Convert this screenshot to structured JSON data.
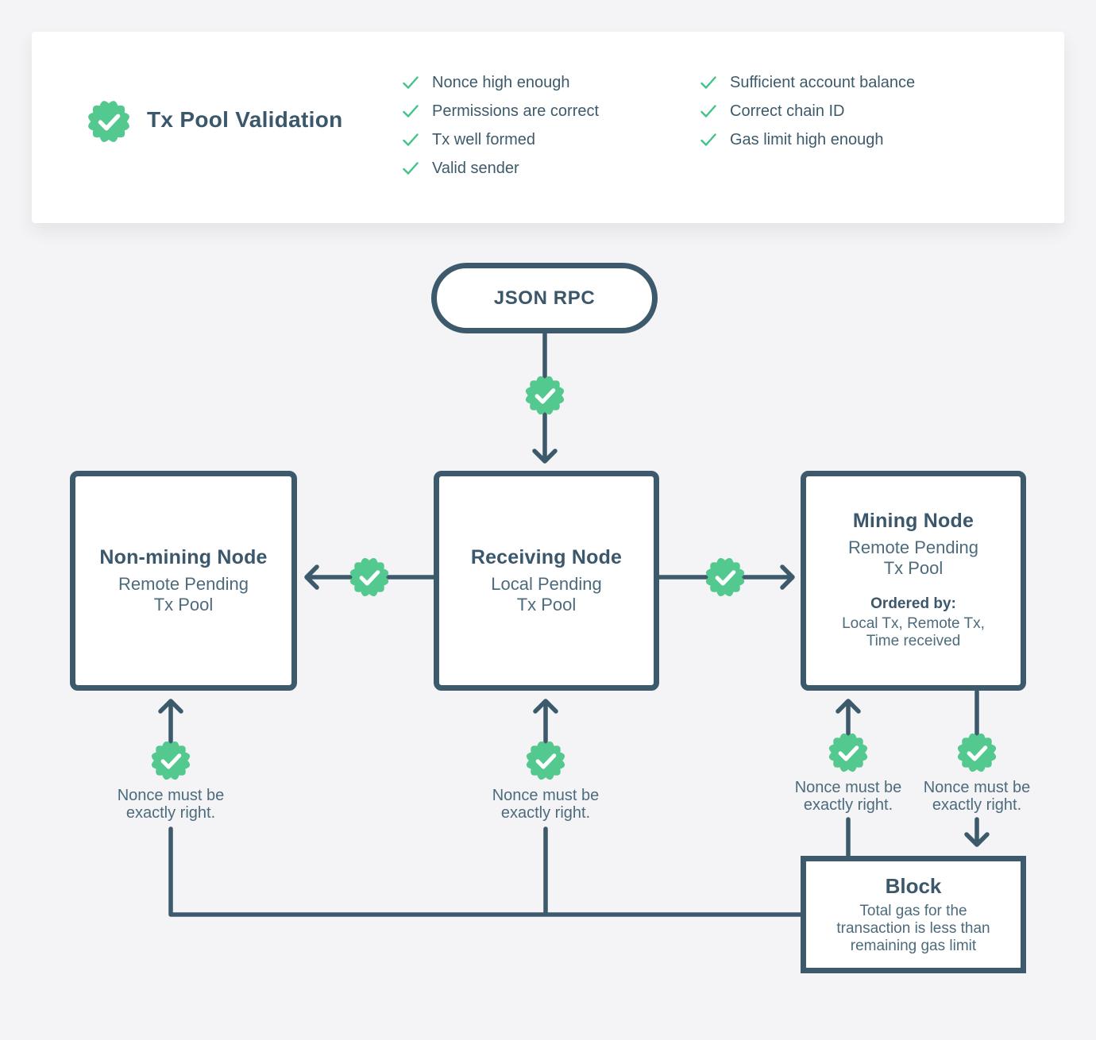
{
  "colors": {
    "ink": "#3c5a6c",
    "ink_soft": "#4c6b7c",
    "green": "#53c98f",
    "green_check": "#41c487",
    "background": "#f4f4f6",
    "card": "#ffffff"
  },
  "validation_card": {
    "badge_icon": "seal-check",
    "title": "Tx Pool Validation",
    "checks_col1": [
      "Nonce high enough",
      "Permissions are correct",
      "Tx well formed",
      "Valid sender"
    ],
    "checks_col2": [
      "Sufficient account balance",
      "Correct chain ID",
      "Gas limit high enough"
    ]
  },
  "flow": {
    "json_rpc_label": "JSON RPC",
    "nodes": {
      "non_mining": {
        "title": "Non-mining Node",
        "subtitle": "Remote Pending\nTx Pool"
      },
      "receiving": {
        "title": "Receiving Node",
        "subtitle": "Local Pending\nTx Pool"
      },
      "mining": {
        "title": "Mining Node",
        "subtitle": "Remote Pending\nTx Pool",
        "ordered_by_label": "Ordered by:",
        "ordered_by": "Local Tx, Remote Tx,\nTime received"
      }
    },
    "nonce_note": "Nonce must be\nexactly right.",
    "block": {
      "title": "Block",
      "body": "Total gas for the\ntransaction is less than\nremaining gas limit"
    }
  }
}
